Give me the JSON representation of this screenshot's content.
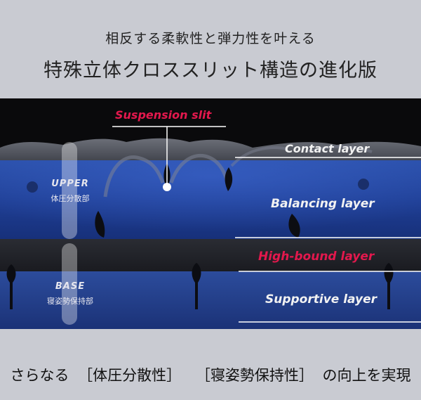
{
  "header": {
    "subtitle": "相反する柔軟性と弾力性を叶える",
    "title": "特殊立体クロススリット構造の進化版"
  },
  "diagram": {
    "slit_label": "Suspension slit",
    "layers": [
      {
        "label": "Contact layer",
        "color": "#f2f2f2"
      },
      {
        "label": "Balancing layer",
        "color": "#f2f2f2"
      },
      {
        "label": "High-bound layer",
        "color": "#e3184d"
      },
      {
        "label": "Supportive layer",
        "color": "#f2f2f2"
      }
    ],
    "upper": {
      "title": "UPPER",
      "sub": "体圧分散部"
    },
    "base": {
      "title": "BASE",
      "sub": "寝姿勢保持部"
    }
  },
  "footer": {
    "lead": "さらなる",
    "item1": "［体圧分散性］",
    "item2": "［寝姿勢保持性］",
    "tail": "の向上を実現"
  }
}
